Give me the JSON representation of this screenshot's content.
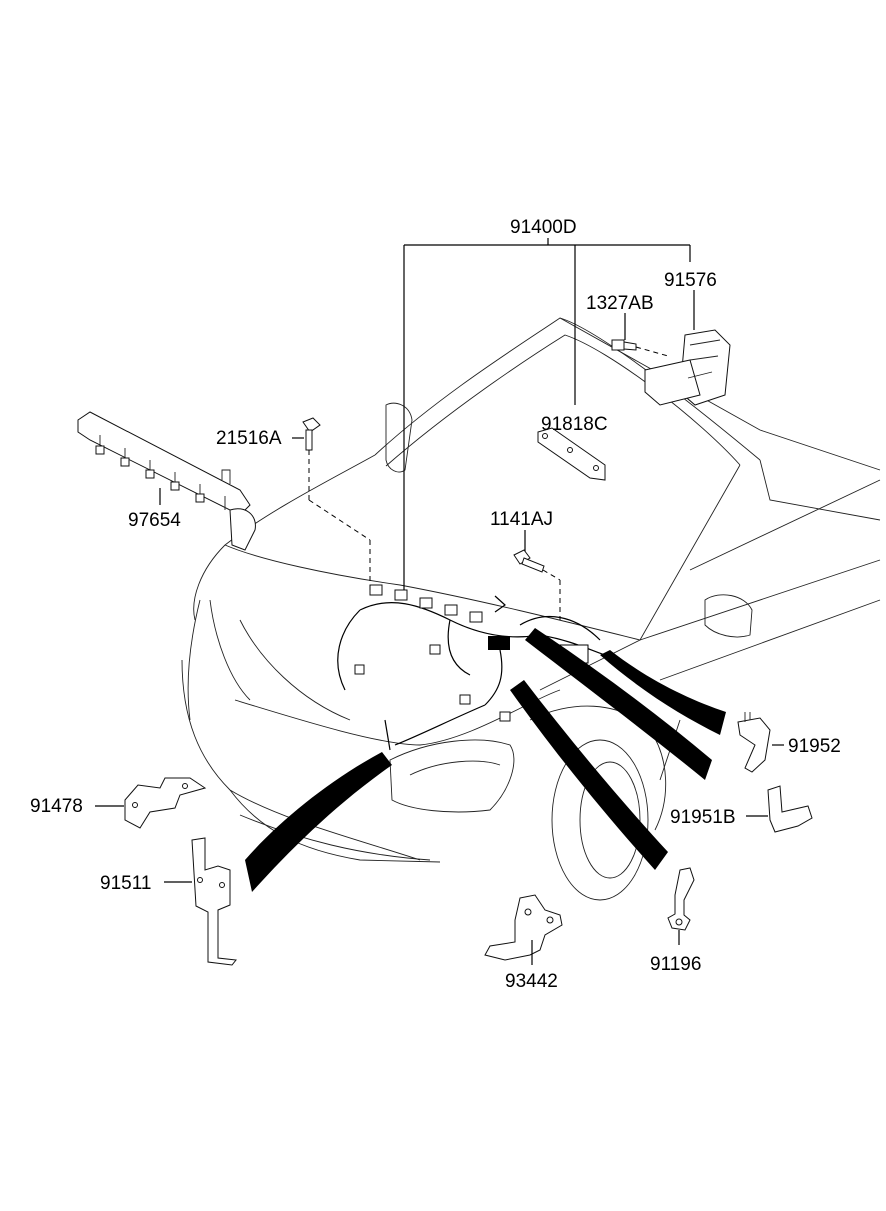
{
  "labels": {
    "harness_main": "91400D",
    "box_91576": "91576",
    "bolt_1327AB": "1327AB",
    "bracket_91818C": "91818C",
    "bolt_21516A": "21516A",
    "fuel_rail_97654": "97654",
    "bolt_1141AJ": "1141AJ",
    "bracket_91952": "91952",
    "bracket_91951B": "91951B",
    "bracket_91478": "91478",
    "bracket_91511": "91511",
    "bracket_93442": "93442",
    "bracket_91196": "91196"
  },
  "colors": {
    "ink": "#000000",
    "paper": "#ffffff"
  }
}
